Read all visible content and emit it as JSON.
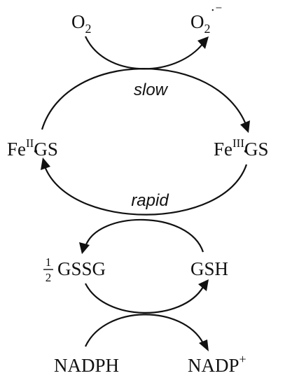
{
  "species": {
    "o2": {
      "base": "O",
      "sub": "2"
    },
    "superoxide": {
      "base": "O",
      "sub": "2",
      "sup": "·⁻"
    },
    "fe2gs": {
      "pre": "Fe",
      "ox": "II",
      "post": "GS"
    },
    "fe3gs": {
      "pre": "Fe",
      "ox": "III",
      "post": "GS"
    },
    "gssg": {
      "num": "1",
      "den": "2",
      "label": "GSSG"
    },
    "gsh": {
      "label": "GSH"
    },
    "nadph": {
      "label": "NADPH"
    },
    "nadp": {
      "base": "NADP",
      "sup": "+"
    }
  },
  "rates": {
    "slow": "slow",
    "rapid": "rapid"
  },
  "colors": {
    "ink": "#111111",
    "background": "#ffffff"
  }
}
